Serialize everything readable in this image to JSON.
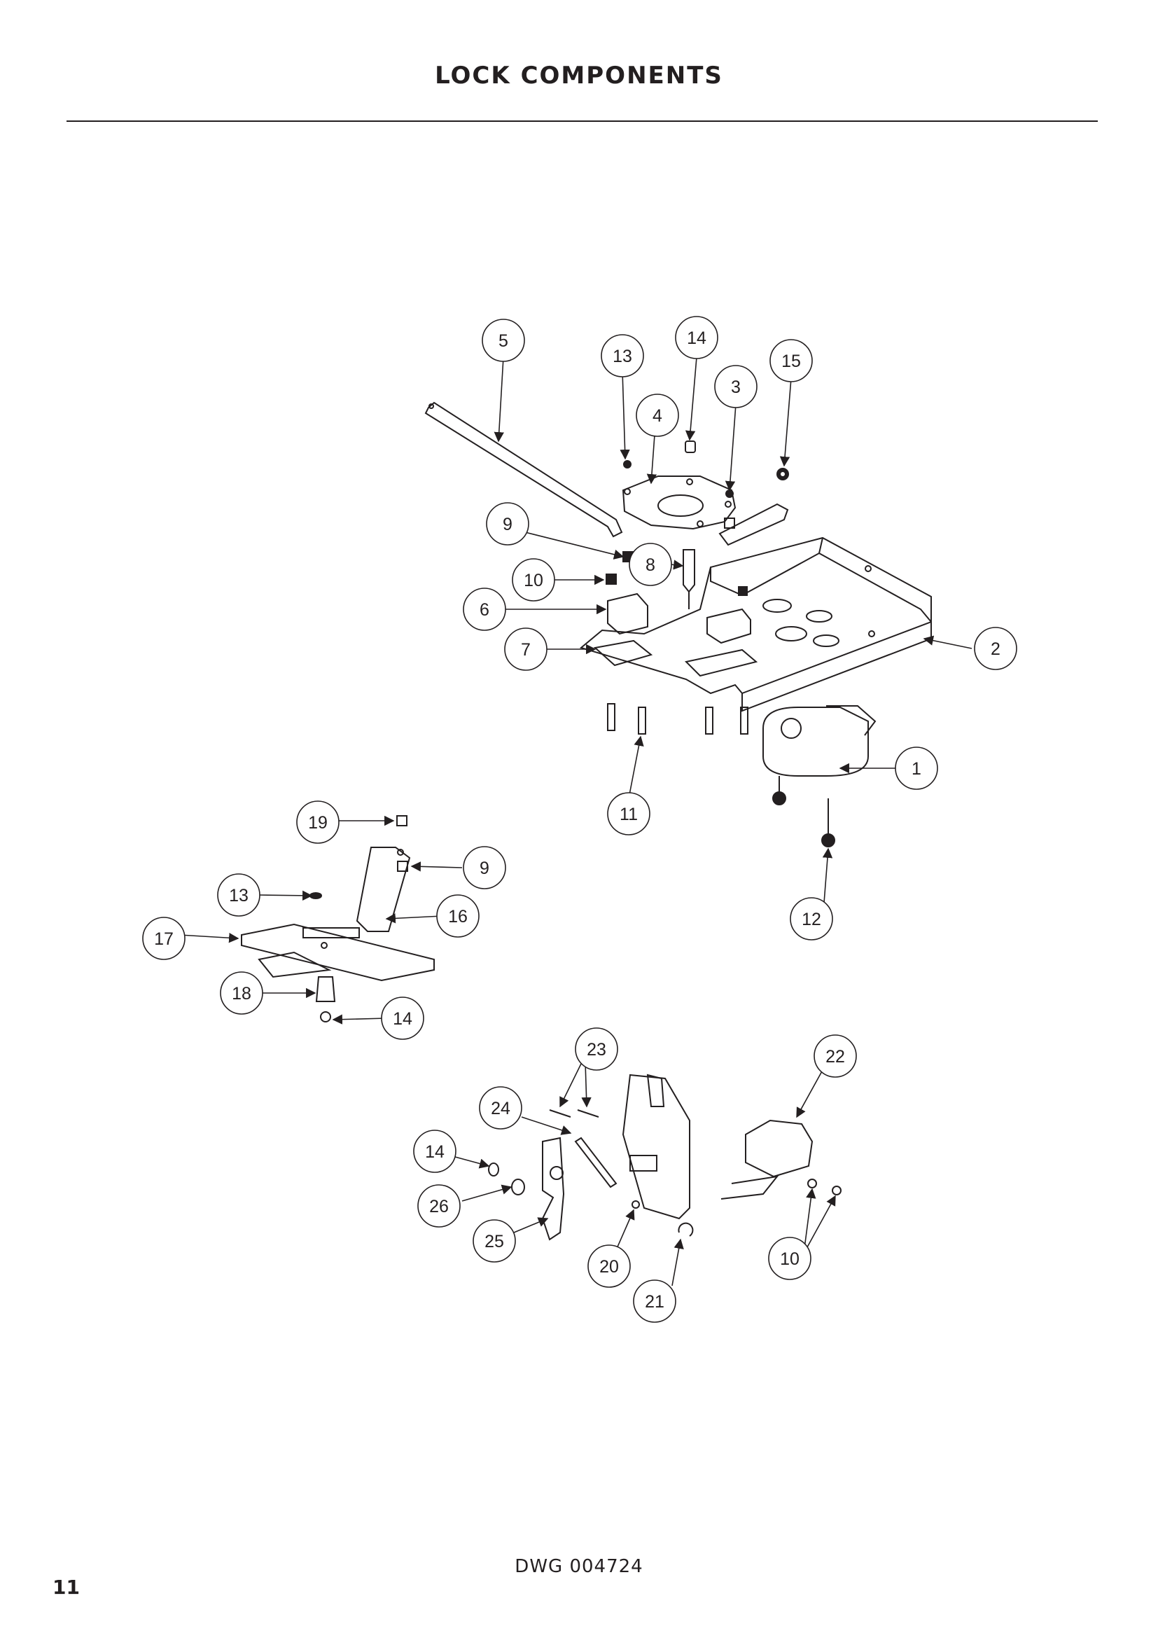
{
  "page": {
    "title": "LOCK COMPONENTS",
    "drawing_number": "DWG 004724",
    "page_number": "11"
  },
  "callouts": [
    {
      "id": "c5",
      "label": "5"
    },
    {
      "id": "c13a",
      "label": "13"
    },
    {
      "id": "c14a",
      "label": "14"
    },
    {
      "id": "c3",
      "label": "3"
    },
    {
      "id": "c15",
      "label": "15"
    },
    {
      "id": "c4",
      "label": "4"
    },
    {
      "id": "c9a",
      "label": "9"
    },
    {
      "id": "c8",
      "label": "8"
    },
    {
      "id": "c10a",
      "label": "10"
    },
    {
      "id": "c6",
      "label": "6"
    },
    {
      "id": "c7",
      "label": "7"
    },
    {
      "id": "c2",
      "label": "2"
    },
    {
      "id": "c1",
      "label": "1"
    },
    {
      "id": "c11",
      "label": "11"
    },
    {
      "id": "c12",
      "label": "12"
    },
    {
      "id": "c19",
      "label": "19"
    },
    {
      "id": "c9b",
      "label": "9"
    },
    {
      "id": "c13b",
      "label": "13"
    },
    {
      "id": "c16",
      "label": "16"
    },
    {
      "id": "c17",
      "label": "17"
    },
    {
      "id": "c18",
      "label": "18"
    },
    {
      "id": "c14b",
      "label": "14"
    },
    {
      "id": "c23",
      "label": "23"
    },
    {
      "id": "c22",
      "label": "22"
    },
    {
      "id": "c24",
      "label": "24"
    },
    {
      "id": "c14c",
      "label": "14"
    },
    {
      "id": "c26",
      "label": "26"
    },
    {
      "id": "c25",
      "label": "25"
    },
    {
      "id": "c20",
      "label": "20"
    },
    {
      "id": "c21",
      "label": "21"
    },
    {
      "id": "c10b",
      "label": "10"
    }
  ]
}
